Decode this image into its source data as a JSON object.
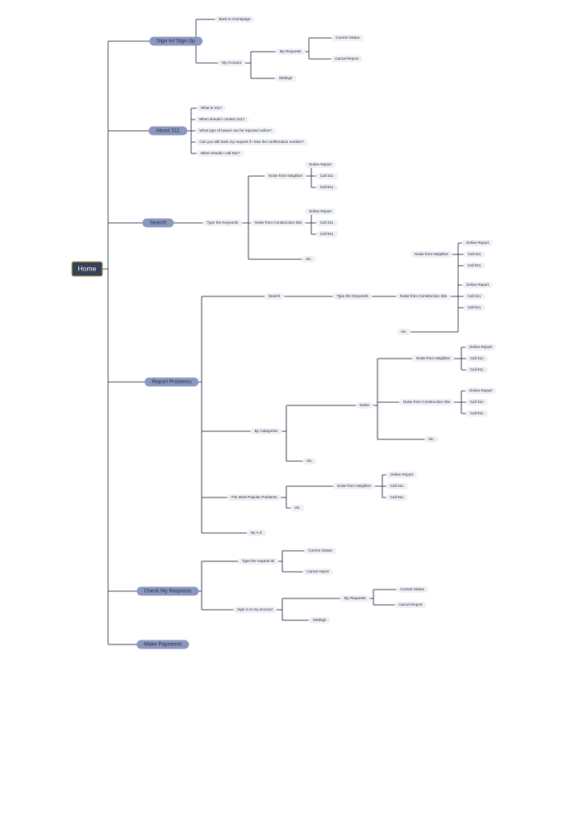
{
  "mindmap": {
    "id": "home",
    "label": "Home",
    "children": [
      {
        "id": "sign-in-sign-up",
        "label": "Sign In/ Sign Up",
        "children": [
          {
            "id": "back-to-homepage",
            "label": "Back to Homepage"
          },
          {
            "id": "my-account",
            "label": "My Account",
            "children": [
              {
                "id": "my-requests",
                "label": "My Requests",
                "children": [
                  {
                    "id": "current-status",
                    "label": "Current Status"
                  },
                  {
                    "id": "cancel-report",
                    "label": "Cancel Report"
                  }
                ]
              },
              {
                "id": "settings",
                "label": "Settings"
              }
            ]
          }
        ]
      },
      {
        "id": "about-311",
        "label": "About 311",
        "children": [
          {
            "id": "what-is-311",
            "label": "What is 311?"
          },
          {
            "id": "when-contact-311",
            "label": "When should I contact 311?"
          },
          {
            "id": "issue-types",
            "label": "What type of issues can be reported online?"
          },
          {
            "id": "track-request",
            "label": "Can you still track my request if I lose the confirmation number?"
          },
          {
            "id": "when-call-911",
            "label": "When should I call 911?"
          }
        ]
      },
      {
        "id": "search",
        "label": "Search",
        "children": [
          {
            "id": "type-keywords",
            "label": "Type the Keywords",
            "children": [
              {
                "id": "noise-neighbor",
                "label": "Noise from Neighbor",
                "children": [
                  {
                    "id": "online-report",
                    "label": "Online Report"
                  },
                  {
                    "id": "call-311",
                    "label": "Call 311"
                  },
                  {
                    "id": "call-911",
                    "label": "Call 911"
                  }
                ]
              },
              {
                "id": "noise-construction",
                "label": "Noise from Construction Site",
                "children": [
                  {
                    "id": "online-report",
                    "label": "Online Report"
                  },
                  {
                    "id": "call-311",
                    "label": "Call 311"
                  },
                  {
                    "id": "call-911",
                    "label": "Call 911"
                  }
                ]
              },
              {
                "id": "etc",
                "label": "etc."
              }
            ]
          }
        ]
      },
      {
        "id": "report-problems",
        "label": "Report Problems",
        "children": [
          {
            "id": "rp-search",
            "label": "Search",
            "children": [
              {
                "id": "type-keywords",
                "label": "Type the Keywords",
                "children": [
                  {
                    "id": "noise-neighbor",
                    "label": "Noise from Neighbor",
                    "children": [
                      {
                        "id": "online-report",
                        "label": "Online Report"
                      },
                      {
                        "id": "call-311",
                        "label": "Call 311"
                      },
                      {
                        "id": "call-911",
                        "label": "Call 911"
                      }
                    ]
                  },
                  {
                    "id": "noise-construction",
                    "label": "Noise from Construction Site",
                    "children": [
                      {
                        "id": "online-report",
                        "label": "Online Report"
                      },
                      {
                        "id": "call-311",
                        "label": "Call 311"
                      },
                      {
                        "id": "call-911",
                        "label": "Call 911"
                      }
                    ]
                  },
                  {
                    "id": "etc",
                    "label": "etc."
                  }
                ]
              }
            ]
          },
          {
            "id": "by-categories",
            "label": "By Categories",
            "children": [
              {
                "id": "noise",
                "label": "Noise",
                "children": [
                  {
                    "id": "noise-neighbor",
                    "label": "Noise from Neighbor",
                    "children": [
                      {
                        "id": "online-report",
                        "label": "Online Report"
                      },
                      {
                        "id": "call-311",
                        "label": "Call 311"
                      },
                      {
                        "id": "call-911",
                        "label": "Call 911"
                      }
                    ]
                  },
                  {
                    "id": "noise-construction",
                    "label": "Noise from Construction Site",
                    "children": [
                      {
                        "id": "online-report",
                        "label": "Online Report"
                      },
                      {
                        "id": "call-311",
                        "label": "Call 311"
                      },
                      {
                        "id": "call-911",
                        "label": "Call 911"
                      }
                    ]
                  },
                  {
                    "id": "etc",
                    "label": "etc."
                  }
                ]
              },
              {
                "id": "etc",
                "label": "etc."
              }
            ]
          },
          {
            "id": "most-popular",
            "label": "The Most Popular Problems",
            "children": [
              {
                "id": "noise-neighbor",
                "label": "Noise from Neighbor",
                "children": [
                  {
                    "id": "online-report",
                    "label": "Online Report"
                  },
                  {
                    "id": "call-311",
                    "label": "Call 311"
                  },
                  {
                    "id": "call-911",
                    "label": "Call 911"
                  }
                ]
              },
              {
                "id": "etc",
                "label": "etc."
              }
            ]
          },
          {
            "id": "by-a-z",
            "label": "By A-Z"
          }
        ]
      },
      {
        "id": "check-my-requests",
        "label": "Check My Requests",
        "children": [
          {
            "id": "type-request-id",
            "label": "Type the request ID",
            "children": [
              {
                "id": "current-status",
                "label": "Current Status"
              },
              {
                "id": "cancel-report",
                "label": "Cancel report"
              }
            ]
          },
          {
            "id": "sign-in-account",
            "label": "Sign in to my account",
            "children": [
              {
                "id": "my-requests",
                "label": "My Requests",
                "children": [
                  {
                    "id": "current-status",
                    "label": "Current Status"
                  },
                  {
                    "id": "cancel-report",
                    "label": "Cancel Report"
                  }
                ]
              },
              {
                "id": "settings",
                "label": "Settings"
              }
            ]
          }
        ]
      },
      {
        "id": "make-payments",
        "label": "Make Payments"
      }
    ]
  },
  "colors": {
    "connector": "#3d4658",
    "root_fill": "#364056",
    "root_border": "#c9b85a",
    "branch_fill": "#8b97be",
    "leaf_fill": "#eef0f5"
  }
}
